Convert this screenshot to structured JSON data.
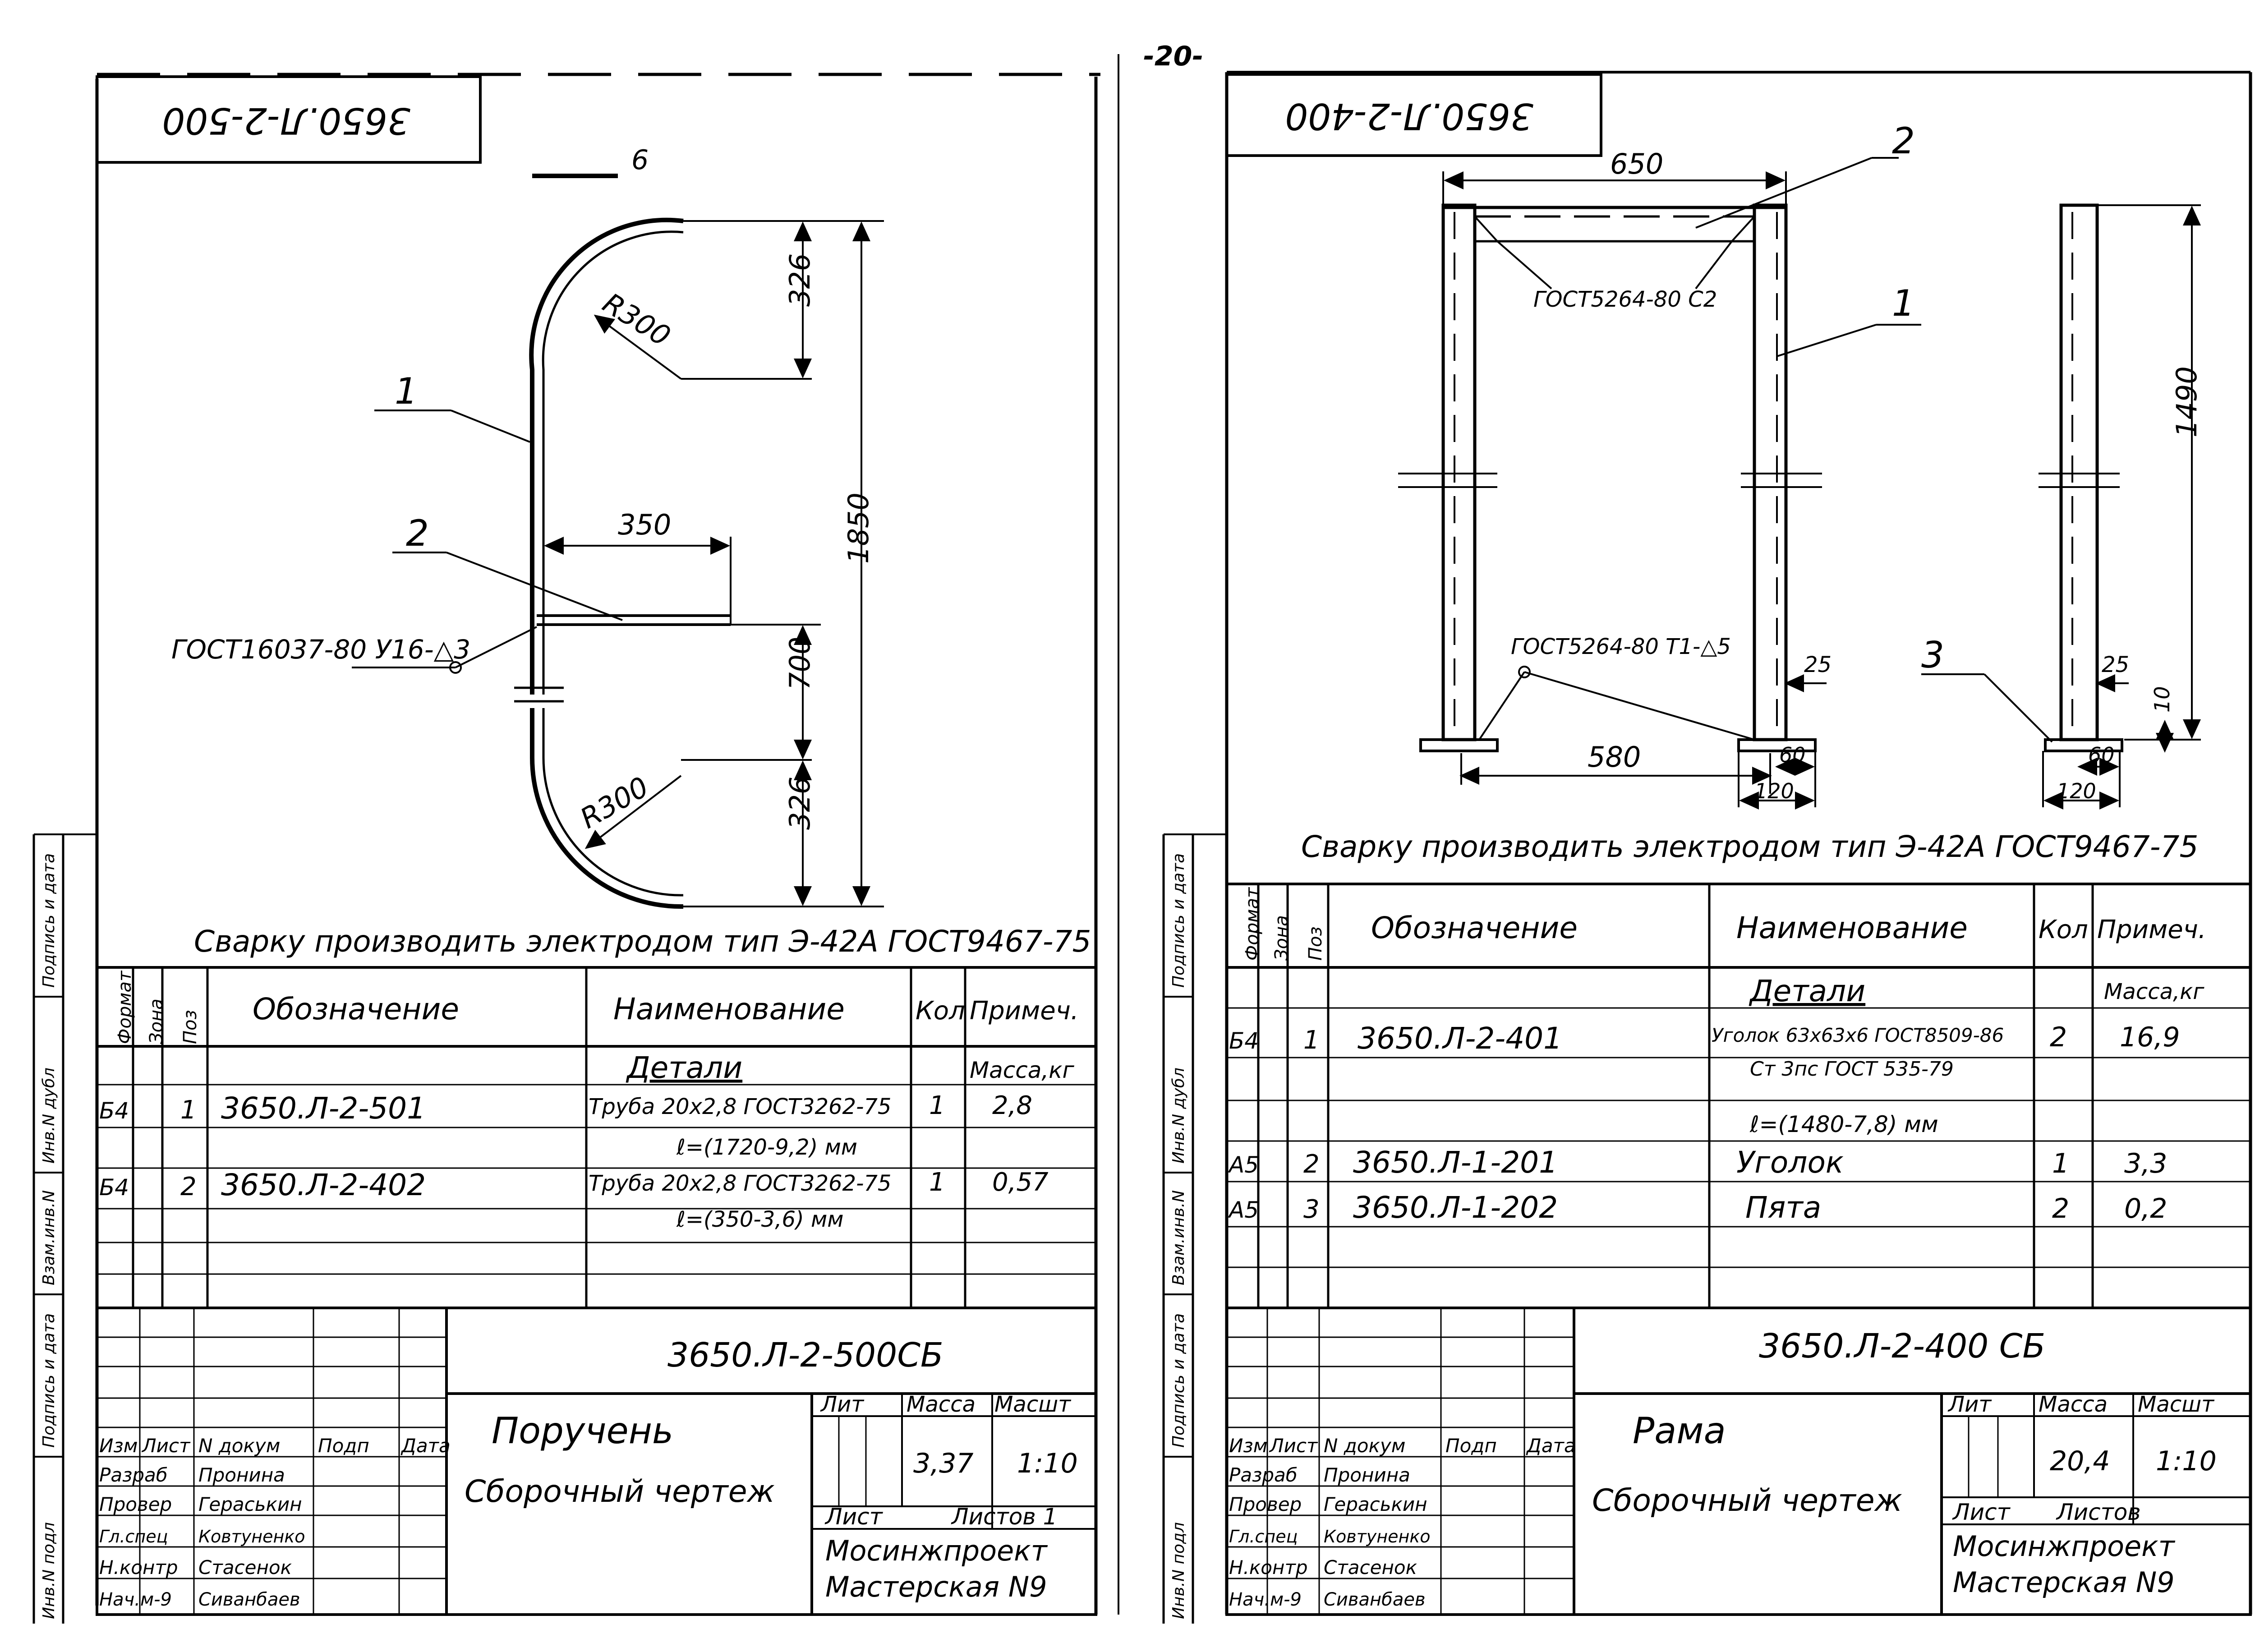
{
  "page_number": "-20-",
  "left": {
    "stamp_code": "3650.Л-2-500",
    "top_mark": "6",
    "dims": {
      "r_top": "R300",
      "r_bot": "R300",
      "d350": "350",
      "d1850": "1850",
      "d700": "700",
      "d326a": "326",
      "d326b": "326"
    },
    "callouts": {
      "p1": "1",
      "p2": "2"
    },
    "weld": "ГОСТ16037-80 У16-△3",
    "note": "Сварку производить электродом тип Э-42А ГОСТ9467-75",
    "spec_header": {
      "format": "Формат",
      "zone": "Зона",
      "pos": "Поз",
      "designation": "Обозначение",
      "name": "Наименование",
      "qty": "Кол",
      "note": "Примеч."
    },
    "section": "Детали",
    "mass_label": "Масса,кг",
    "rows": [
      {
        "fmt": "Б4",
        "pos": "1",
        "code": "3650.Л-2-501",
        "name1": "Труба 20х2,8 ГОСТ3262-75",
        "name2": "ℓ=(1720-9,2) мм",
        "qty": "1",
        "note": "2,8"
      },
      {
        "fmt": "Б4",
        "pos": "2",
        "code": "3650.Л-2-402",
        "name1": "Труба 20х2,8 ГОСТ3262-75",
        "name2": "ℓ=(350-3,6) мм",
        "qty": "1",
        "note": "0,57"
      }
    ],
    "doc_code": "3650.Л-2-500СБ",
    "title1": "Поручень",
    "title2": "Сборочный чертеж",
    "lit": "Лит",
    "mass": "Масса",
    "scale": "Масшт",
    "mass_val": "3,37",
    "scale_val": "1:10",
    "sheet": "Лист",
    "sheets": "Листов 1",
    "org1": "Мосинжпроект",
    "org2": "Мастерская N9",
    "sig_head": [
      "Изм",
      "Лист",
      "N докум",
      "Подп",
      "Дата"
    ],
    "people": [
      {
        "role": "Разраб",
        "name": "Пронина"
      },
      {
        "role": "Провер",
        "name": "Гераськин"
      },
      {
        "role": "Гл.спец",
        "name": "Ковтуненко"
      },
      {
        "role": "Н.контр",
        "name": "Стасенок"
      },
      {
        "role": "Нач.м-9",
        "name": "Сиванбаев"
      }
    ],
    "margin": [
      "Инв.N подл",
      "Подпись и дата",
      "Взам.инв.N",
      "Инв.N дубл",
      "Подпись и дата"
    ]
  },
  "right": {
    "stamp_code": "3650.Л-2-400",
    "dims": {
      "d650": "650",
      "d580": "580",
      "d1490": "1490",
      "d25a": "25",
      "d25b": "25",
      "d60a": "60",
      "d60b": "60",
      "d120a": "120",
      "d120b": "120",
      "d10": "10"
    },
    "callouts": {
      "p1": "1",
      "p2": "2",
      "p3": "3"
    },
    "weld1": "ГОСТ5264-80 С2",
    "weld2": "ГОСТ5264-80 Т1-△5",
    "note": "Сварку производить электродом тип Э-42А ГОСТ9467-75",
    "spec_header": {
      "format": "Формат",
      "zone": "Зона",
      "pos": "Поз",
      "designation": "Обозначение",
      "name": "Наименование",
      "qty": "Кол",
      "note": "Примеч."
    },
    "section": "Детали",
    "mass_label": "Масса,кг",
    "rows": [
      {
        "fmt": "Б4",
        "pos": "1",
        "code": "3650.Л-2-401",
        "name1": "Уголок 63х63х6 ГОСТ8509-86",
        "name2": "Ст 3пс ГОСТ 535-79",
        "name3": "ℓ=(1480-7,8) мм",
        "qty": "2",
        "note": "16,9"
      },
      {
        "fmt": "А5",
        "pos": "2",
        "code": "3650.Л-1-201",
        "name1": "Уголок",
        "qty": "1",
        "note": "3,3"
      },
      {
        "fmt": "А5",
        "pos": "3",
        "code": "3650.Л-1-202",
        "name1": "Пята",
        "qty": "2",
        "note": "0,2"
      }
    ],
    "doc_code": "3650.Л-2-400 СБ",
    "title1": "Рама",
    "title2": "Сборочный чертеж",
    "lit": "Лит",
    "mass": "Масса",
    "scale": "Масшт",
    "mass_val": "20,4",
    "scale_val": "1:10",
    "sheet": "Лист",
    "sheets": "Листов",
    "org1": "Мосинжпроект",
    "org2": "Мастерская N9",
    "sig_head": [
      "Изм",
      "Лист",
      "N докум",
      "Подп",
      "Дата"
    ],
    "people": [
      {
        "role": "Разраб",
        "name": "Пронина"
      },
      {
        "role": "Провер",
        "name": "Гераськин"
      },
      {
        "role": "Гл.спец",
        "name": "Ковтуненко"
      },
      {
        "role": "Н.контр",
        "name": "Стасенок"
      },
      {
        "role": "Нач.м-9",
        "name": "Сиванбаев"
      }
    ],
    "margin": [
      "Инв.N подл",
      "Подпись и дата",
      "Взам.инв.N",
      "Инв.N дубл",
      "Подпись и дата"
    ]
  }
}
